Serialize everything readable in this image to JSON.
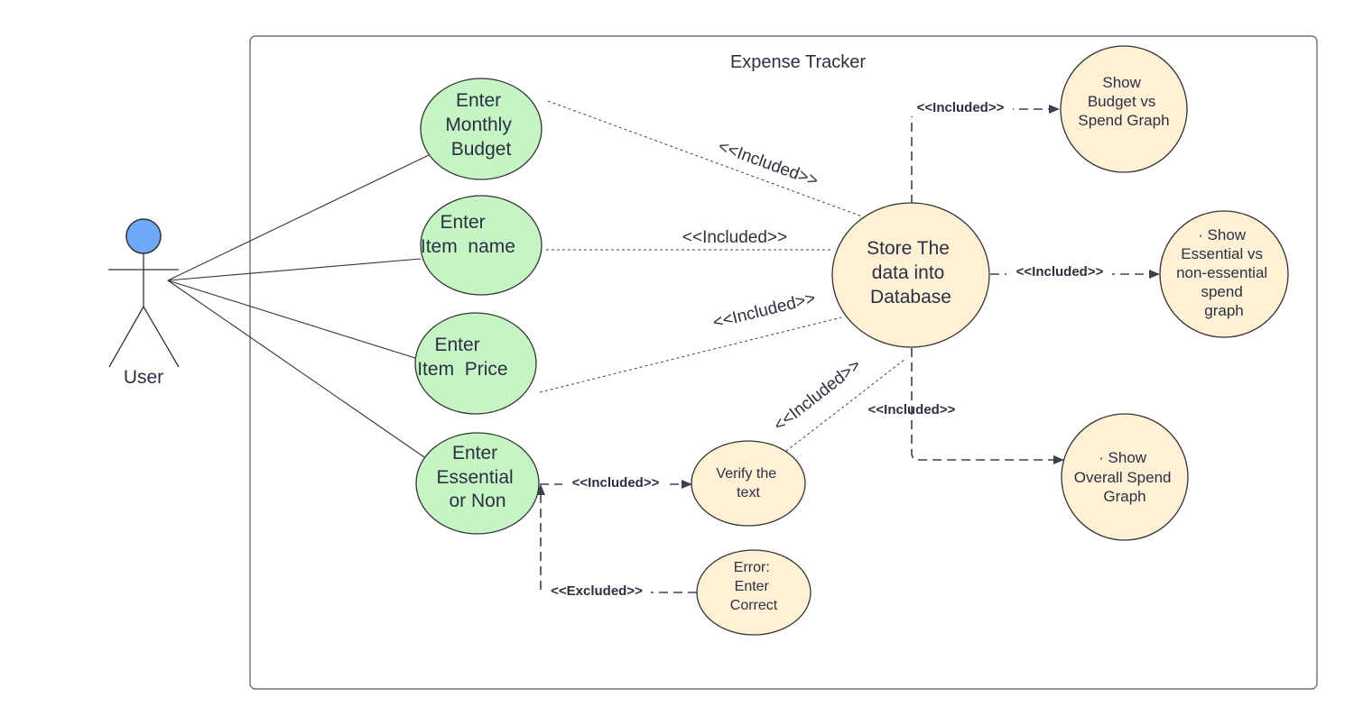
{
  "system": {
    "title": "Expense Tracker"
  },
  "actor": {
    "label": "User"
  },
  "use_cases": {
    "monthly_budget": {
      "lines": [
        "Enter",
        "Monthly",
        "Budget"
      ]
    },
    "item_name": {
      "lines": [
        "Enter",
        "Item  name"
      ]
    },
    "item_price": {
      "lines": [
        "Enter",
        "Item  Price"
      ]
    },
    "essential": {
      "lines": [
        "Enter",
        "Essential",
        "or Non"
      ]
    },
    "store_db": {
      "lines": [
        "Store The",
        "data into",
        "Database"
      ]
    },
    "verify": {
      "lines": [
        "Verify the",
        "text"
      ]
    },
    "error": {
      "lines": [
        "Error:",
        "Enter",
        "Correct"
      ]
    },
    "budget_graph": {
      "lines": [
        "Show",
        "Budget vs",
        "Spend Graph"
      ]
    },
    "essential_graph": {
      "lines": [
        "· Show",
        "Essential vs",
        "non-essential",
        "spend",
        "graph"
      ]
    },
    "overall_graph": {
      "lines": [
        "· Show",
        "Overall Spend",
        "Graph"
      ]
    }
  },
  "relations": {
    "budget_to_db": "<<Included>>",
    "name_to_db": "<<Included>>",
    "price_to_db": "<<Included>>",
    "verify_to_db": "<<Included>>",
    "db_to_budget_graph": "<<Included>>",
    "db_to_essential_graph": "<<Included>>",
    "db_to_overall_graph": "<<Included>>",
    "essential_to_verify": "<<Included>>",
    "error_to_essential": "<<Excluded>>"
  },
  "colors": {
    "actor_head": "#6fa8f7",
    "green_fill": "#c5f5c5",
    "cream_fill": "#fff0d6",
    "stroke": "#333333",
    "text": "#2b3140"
  }
}
